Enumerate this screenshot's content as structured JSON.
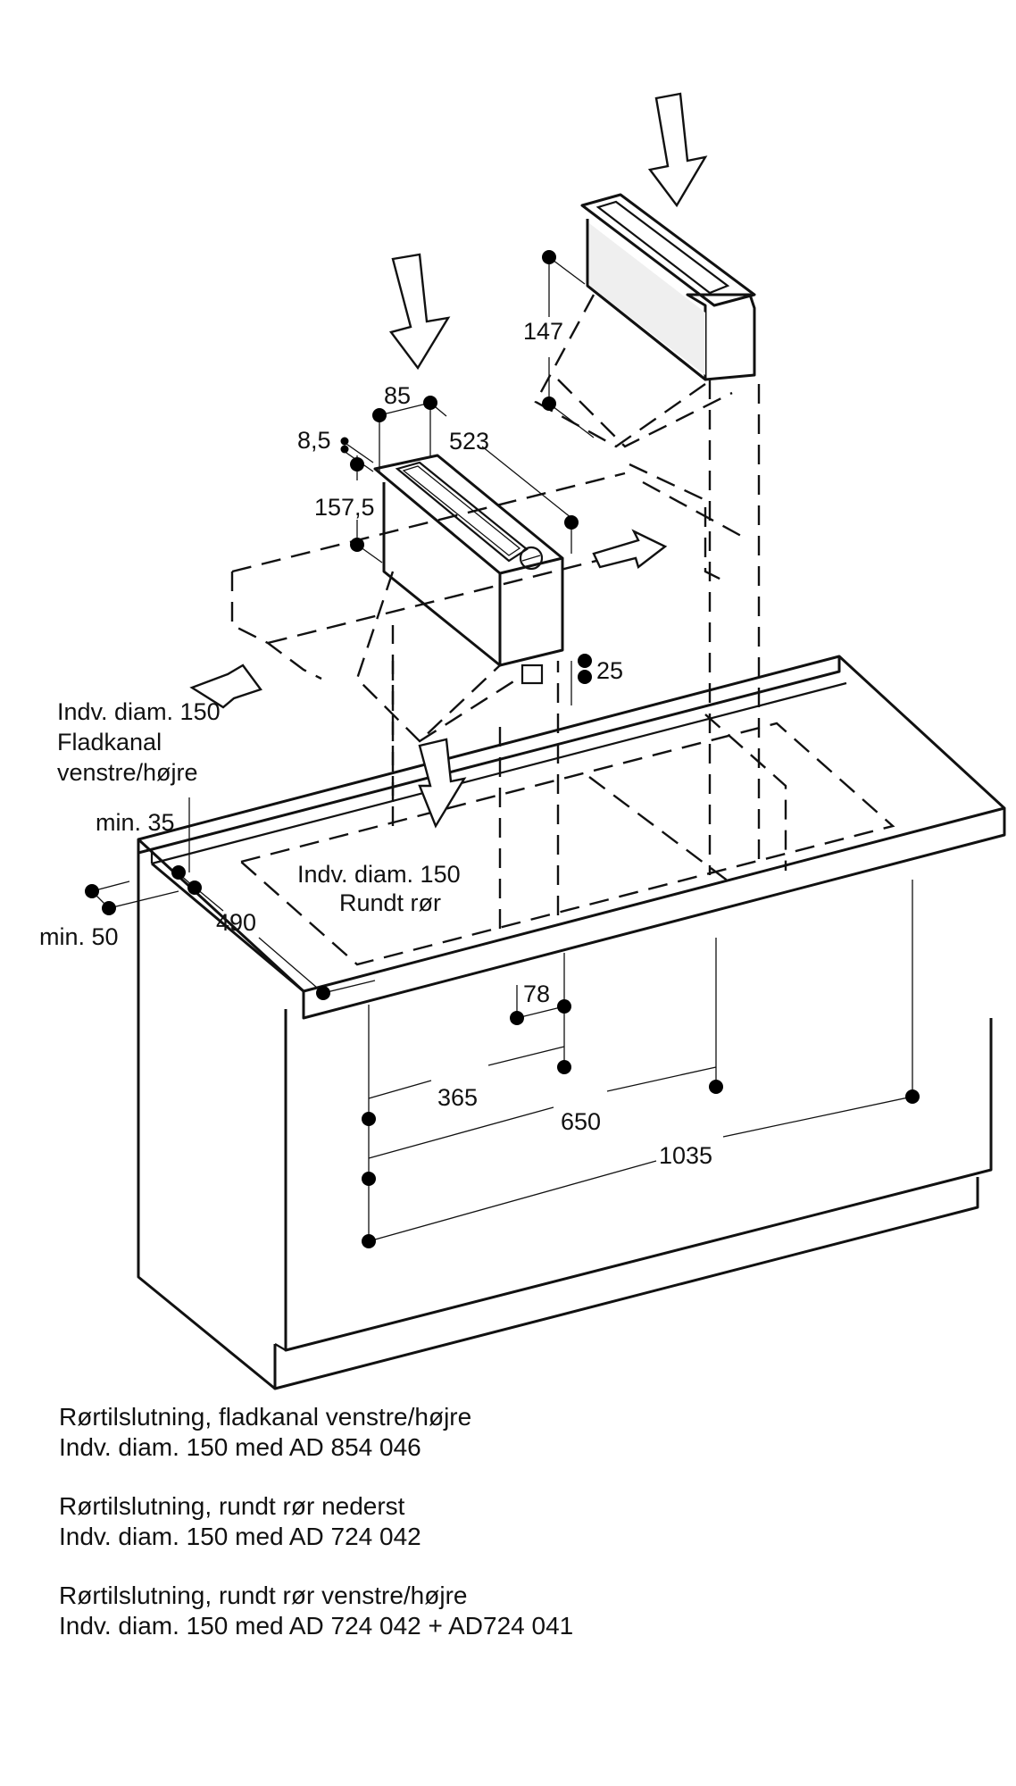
{
  "diagram": {
    "type": "installation-dimension-drawing",
    "units": "mm",
    "dimensions": {
      "width_top": "85",
      "length": "523",
      "offset": "8,5",
      "height_front": "157,5",
      "height_rear_unit": "147",
      "bottom_offset": "25",
      "min_back": "min. 35",
      "min_side": "min. 50",
      "depth": "490",
      "pipe_offset": "78",
      "dist_365": "365",
      "dist_650": "650",
      "dist_1035": "1035"
    },
    "labels": {
      "flat_duct_line1": "Indv. diam. 150",
      "flat_duct_line2": "Fladkanal",
      "flat_duct_line3": "venstre/højre",
      "round_pipe_line1": "Indv. diam. 150",
      "round_pipe_line2": "Rundt rør"
    }
  },
  "notes": [
    {
      "title": "Rørtilslutning, fladkanal venstre/højre",
      "detail": "Indv. diam. 150 med AD 854 046"
    },
    {
      "title": "Rørtilslutning, rundt rør nederst",
      "detail": "Indv. diam. 150 med AD 724 042"
    },
    {
      "title": "Rørtilslutning, rundt rør venstre/højre",
      "detail": "Indv. diam. 150 med AD 724 042 + AD724 041"
    }
  ]
}
